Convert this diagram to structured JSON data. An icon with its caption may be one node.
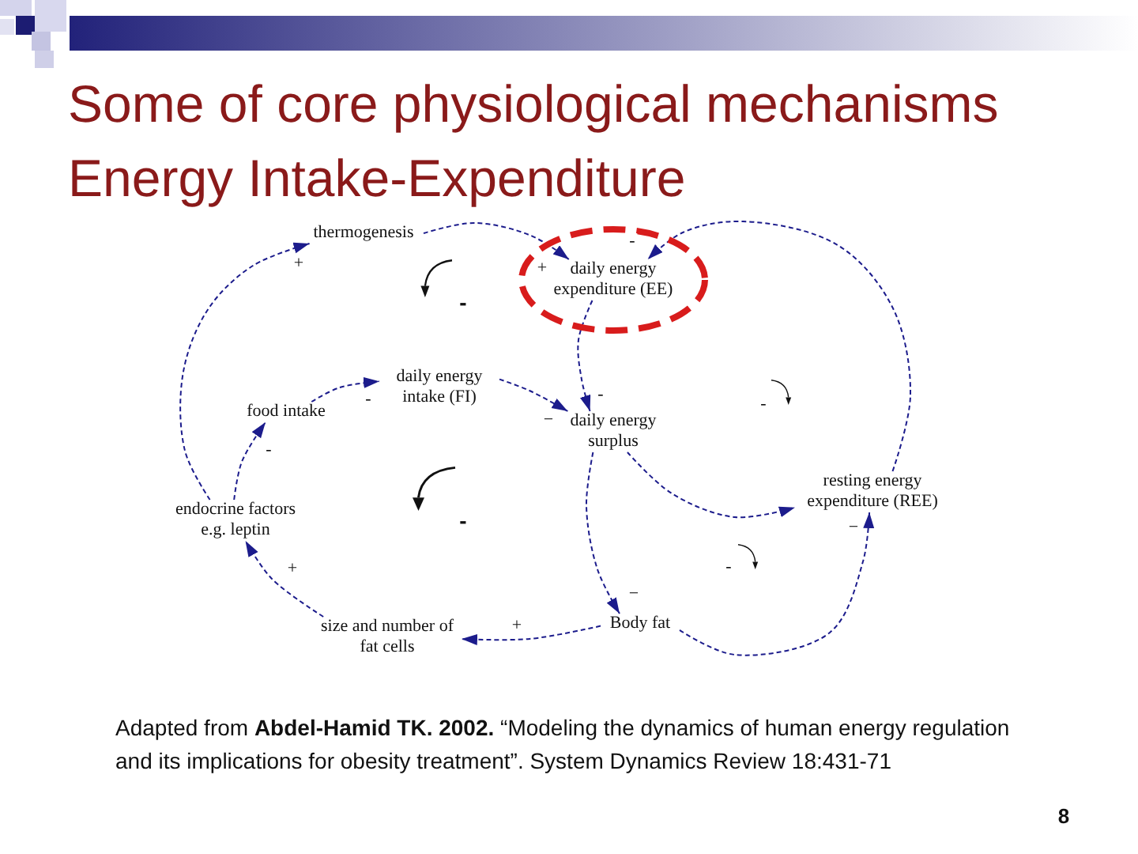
{
  "diagram": {
    "title": "Some of core physiological mechanisms Energy Intake-Expenditure",
    "caption": "Adapted from **Abdel-Hamid TK. 2002.** “Modeling the dynamics of human energy regulation and its implications for obesity treatment”. System Dynamics Review 18:431-71",
    "nodes": [
      {
        "text": [
          "thermogenesis"
        ]
      },
      {
        "text": [],
        "shape": "ellipse"
      },
      {
        "text": [
          "daily energy expenditure (EE)"
        ],
        "in": 1
      },
      {
        "text": [
          "daily energy intake (FI)"
        ]
      },
      {
        "text": [
          "food intake"
        ]
      },
      {
        "text": [
          "daily energy surplus"
        ]
      },
      {
        "text": [
          "resting energy expenditure (REE)"
        ]
      },
      {
        "text": [
          "endocrine factors e.g. leptin"
        ]
      },
      {
        "text": [
          "size and number of fat cells"
        ]
      },
      {
        "text": [
          "Body fat"
        ]
      }
    ],
    "edges": [
      {
        "from": 0,
        "to": 2,
        "arrow": "to",
        "label": "+",
        "style": "dashed"
      },
      {
        "from": 6,
        "to": 2,
        "arrow": "to",
        "label": "-",
        "style": "dashed"
      },
      {
        "from": 7,
        "to": 0,
        "arrow": "to",
        "label": "+",
        "style": "dashed"
      },
      {
        "from": 4,
        "to": 3,
        "arrow": "to",
        "label": "-",
        "style": "dashed"
      },
      {
        "from": 3,
        "to": 5,
        "arrow": "to",
        "label": "−",
        "style": "dashed"
      },
      {
        "from": 2,
        "to": 5,
        "arrow": "to",
        "label": "-",
        "style": "dashed"
      },
      {
        "from": 7,
        "to": 4,
        "arrow": "to",
        "label": "-",
        "style": "dashed"
      },
      {
        "from": 8,
        "to": 7,
        "arrow": "to",
        "label": "+",
        "style": "dashed"
      },
      {
        "from": 9,
        "to": 8,
        "arrow": "to",
        "label": "+",
        "style": "dashed"
      },
      {
        "from": 5,
        "to": 9,
        "arrow": "to",
        "label": "−",
        "style": "dashed"
      },
      {
        "from": 5,
        "to": 6,
        "arrow": "to",
        "style": "dashed"
      },
      {
        "from": 9,
        "to": 6,
        "arrow": "to",
        "label": "−",
        "style": "dashed"
      }
    ],
    "labels": [
      "-",
      "-",
      "-",
      "-",
      "8"
    ]
  }
}
